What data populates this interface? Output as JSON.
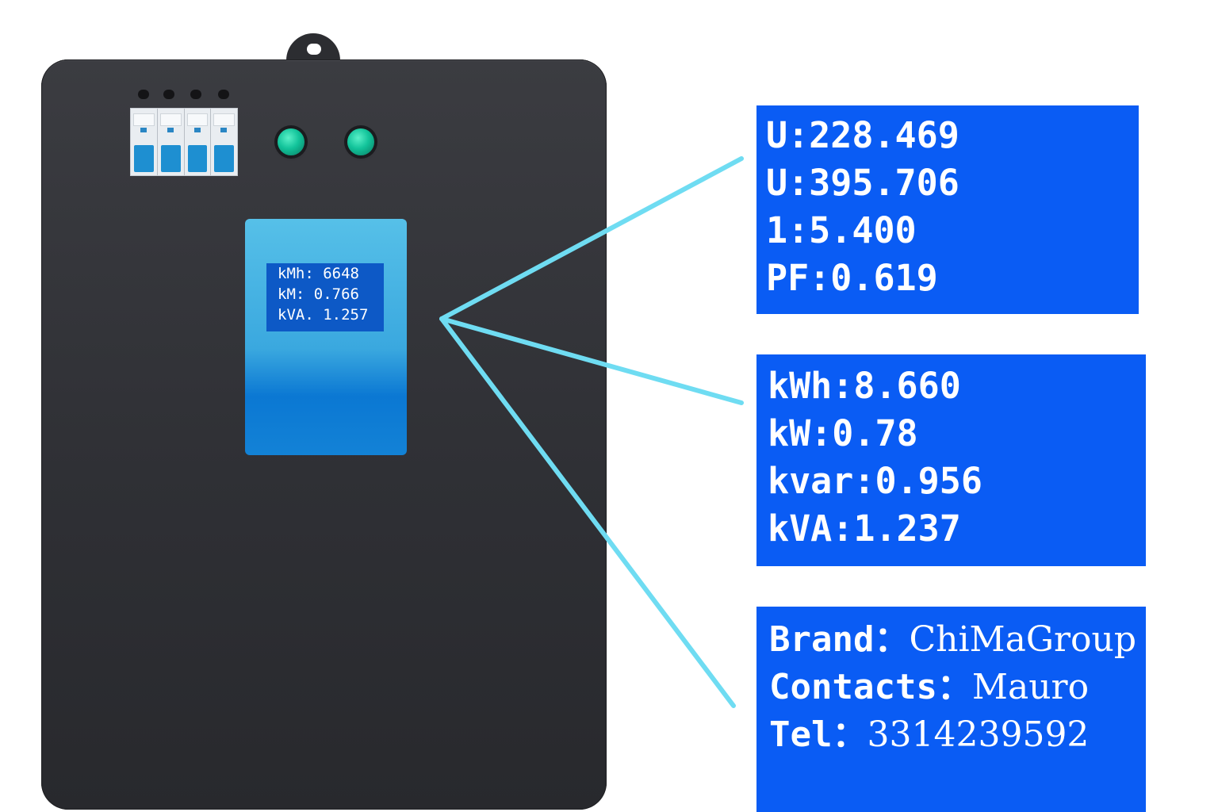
{
  "device_display": {
    "lines": [
      "kMh: 6648",
      "kM: 0.766",
      "kVA. 1.257"
    ]
  },
  "panels": {
    "voltage": {
      "lines": [
        "U:228.469",
        "U:395.706",
        "1:5.400",
        "PF:0.619"
      ]
    },
    "power": {
      "lines": [
        "kWh:8.660",
        "kW:0.78",
        "kvar:0.956",
        "kVA:1.237"
      ]
    },
    "info": {
      "brand_key": "Brand：",
      "brand_value": "ChiMaGroup",
      "contacts_key": "Contacts：",
      "contacts_value": "Mauro",
      "tel_key": "Tel：",
      "tel_value": "3314239592"
    }
  },
  "colors": {
    "panel_blue": "#0a5cf4",
    "callout_line": "#6fdcf2",
    "cabinet": "#303136",
    "meter_blue": "#3aa8df"
  }
}
